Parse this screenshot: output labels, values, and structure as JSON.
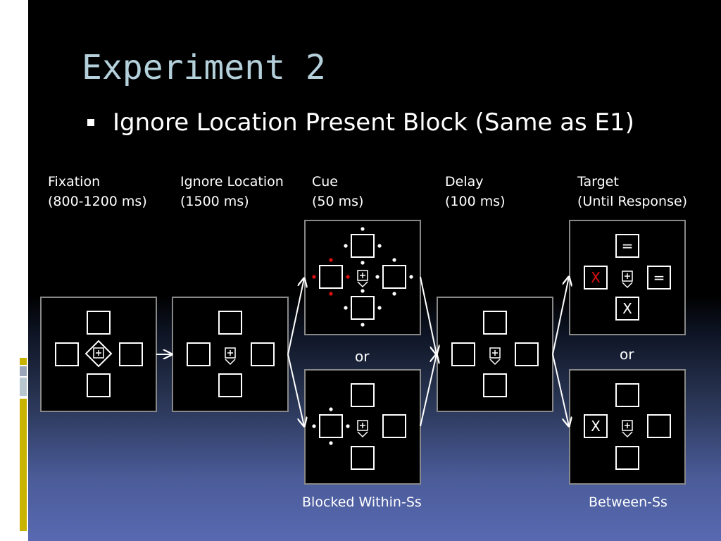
{
  "slide": {
    "title": "Experiment 2",
    "bullet": "Ignore Location Present Block (Same as E1)"
  },
  "stages": [
    {
      "name": "Fixation",
      "duration": "(800-1200 ms)"
    },
    {
      "name": "Ignore Location",
      "duration": "(1500 ms)"
    },
    {
      "name": "Cue",
      "duration": "(50 ms)"
    },
    {
      "name": "Delay",
      "duration": "(100 ms)"
    },
    {
      "name": "Target",
      "duration": "(Until Response)"
    }
  ],
  "or_label": "or",
  "captions": {
    "cue": "Blocked Within-Ss",
    "target": "Between-Ss"
  },
  "target_symbols": {
    "upper": {
      "top": "=",
      "left": "X",
      "right": "=",
      "bottom": "X"
    },
    "lower": {
      "left": "X"
    }
  },
  "colors": {
    "title": "#b4d0db",
    "cue_dot_red": "#e01010",
    "target_x_red": "#e01010",
    "panel_border": "#888888"
  }
}
